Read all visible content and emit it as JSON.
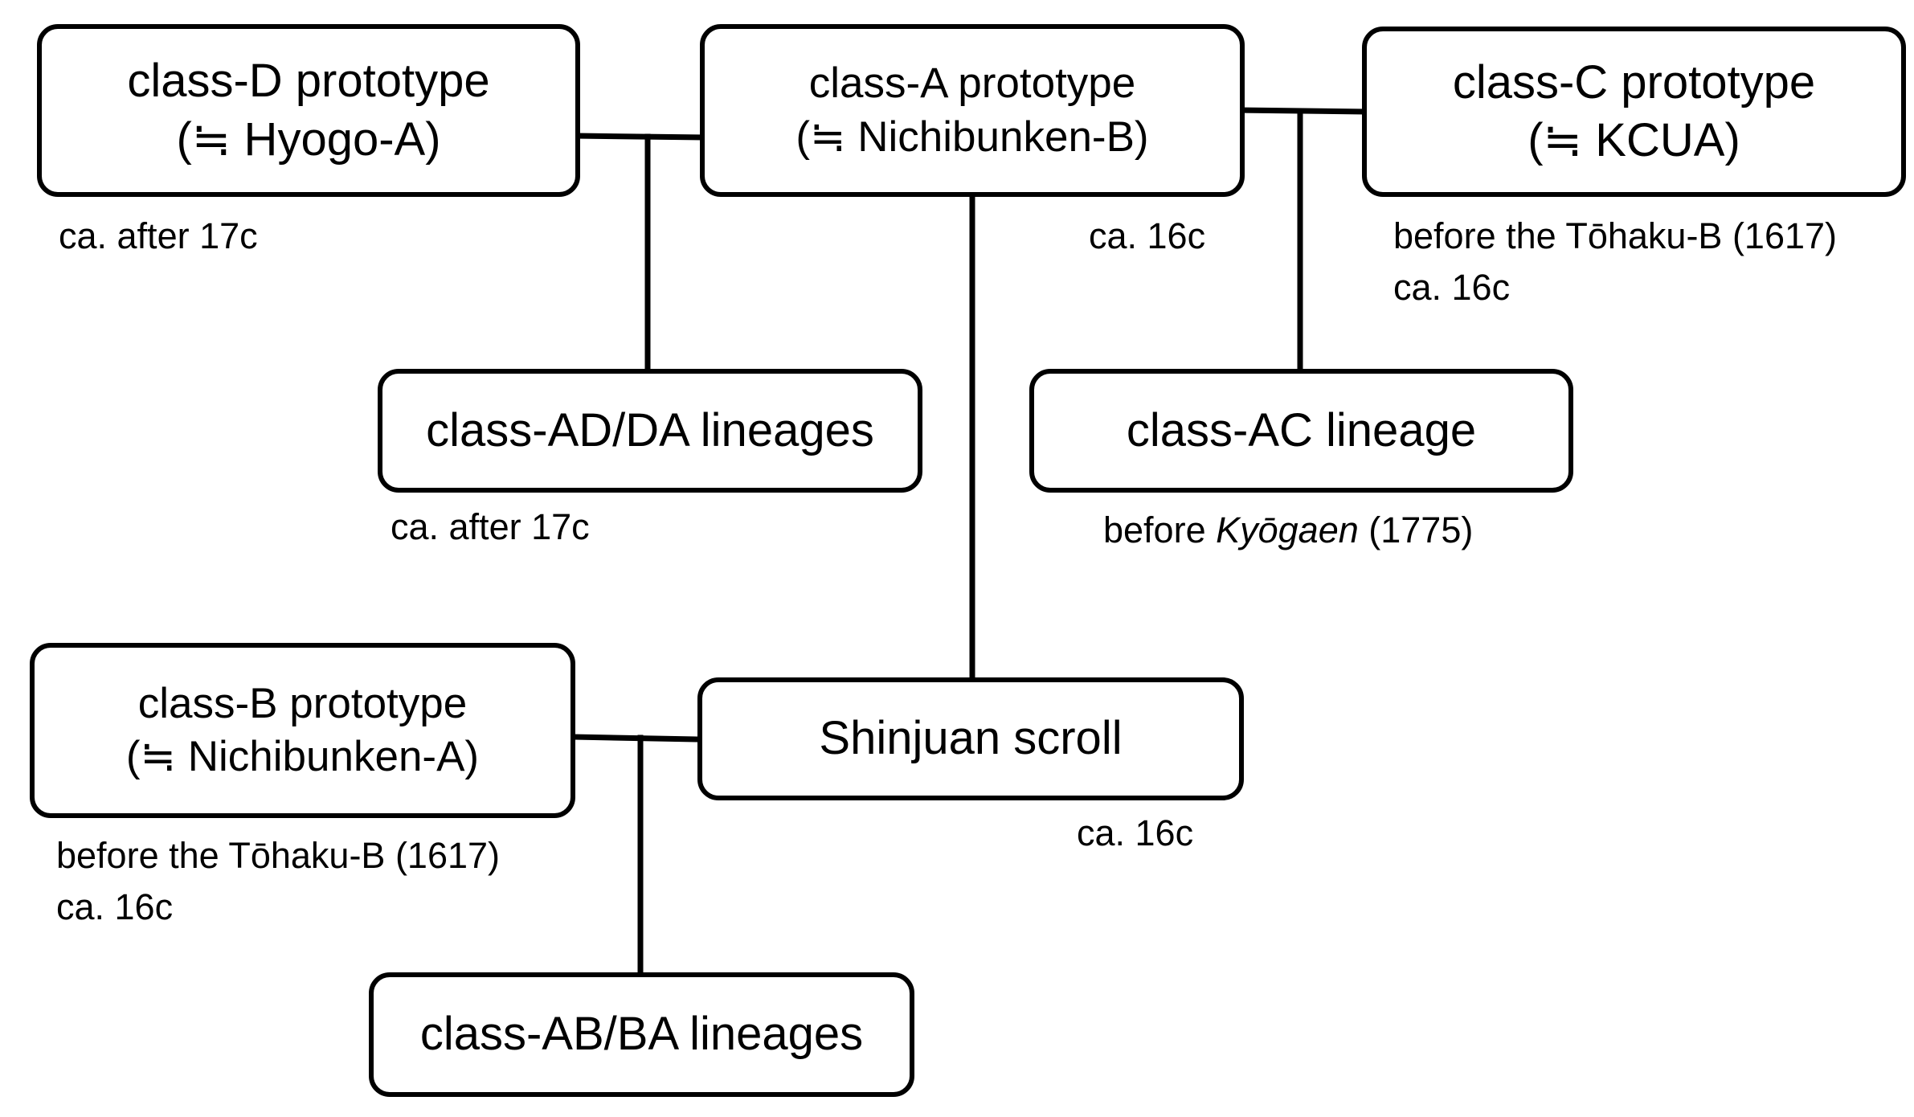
{
  "nodes": {
    "class_d": {
      "line1": "class-D prototype",
      "line2": "(≒ Hyogo-A)"
    },
    "class_a": {
      "line1": "class-A prototype",
      "line2": "(≒ Nichibunken-B)"
    },
    "class_c": {
      "line1": "class-C prototype",
      "line2": "(≒ KCUA)"
    },
    "class_ad": {
      "label": "class-AD/DA lineages"
    },
    "class_ac": {
      "label": "class-AC lineage"
    },
    "class_b": {
      "line1": "class-B prototype",
      "line2": "(≒ Nichibunken-A)"
    },
    "shinjuan": {
      "label": "Shinjuan scroll"
    },
    "class_ab": {
      "label": "class-AB/BA lineages"
    }
  },
  "notes": {
    "class_d": "ca. after 17c",
    "class_a": "ca. 16c",
    "class_c": {
      "line1": "before the Tōhaku-B (1617)",
      "line2": "ca. 16c"
    },
    "class_ad": "ca. after 17c",
    "class_ac": {
      "prefix": "before ",
      "italic": "Kyōgaen",
      "suffix": " (1775)"
    },
    "class_b": {
      "line1": "before the Tōhaku-B (1617)",
      "line2": "ca. 16c"
    },
    "shinjuan": "ca. 16c"
  }
}
